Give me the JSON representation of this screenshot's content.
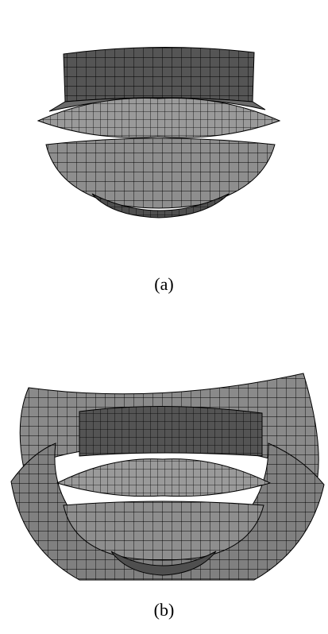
{
  "figure": {
    "panels": [
      {
        "id": "a",
        "caption": "(a)"
      },
      {
        "id": "b",
        "caption": "(b)"
      }
    ]
  },
  "colors": {
    "dark_mesh": "#555555",
    "mid_mesh": "#7a7a7a",
    "light_mesh": "#9a9a9a",
    "gridline": "#000000",
    "background": "#ffffff"
  }
}
